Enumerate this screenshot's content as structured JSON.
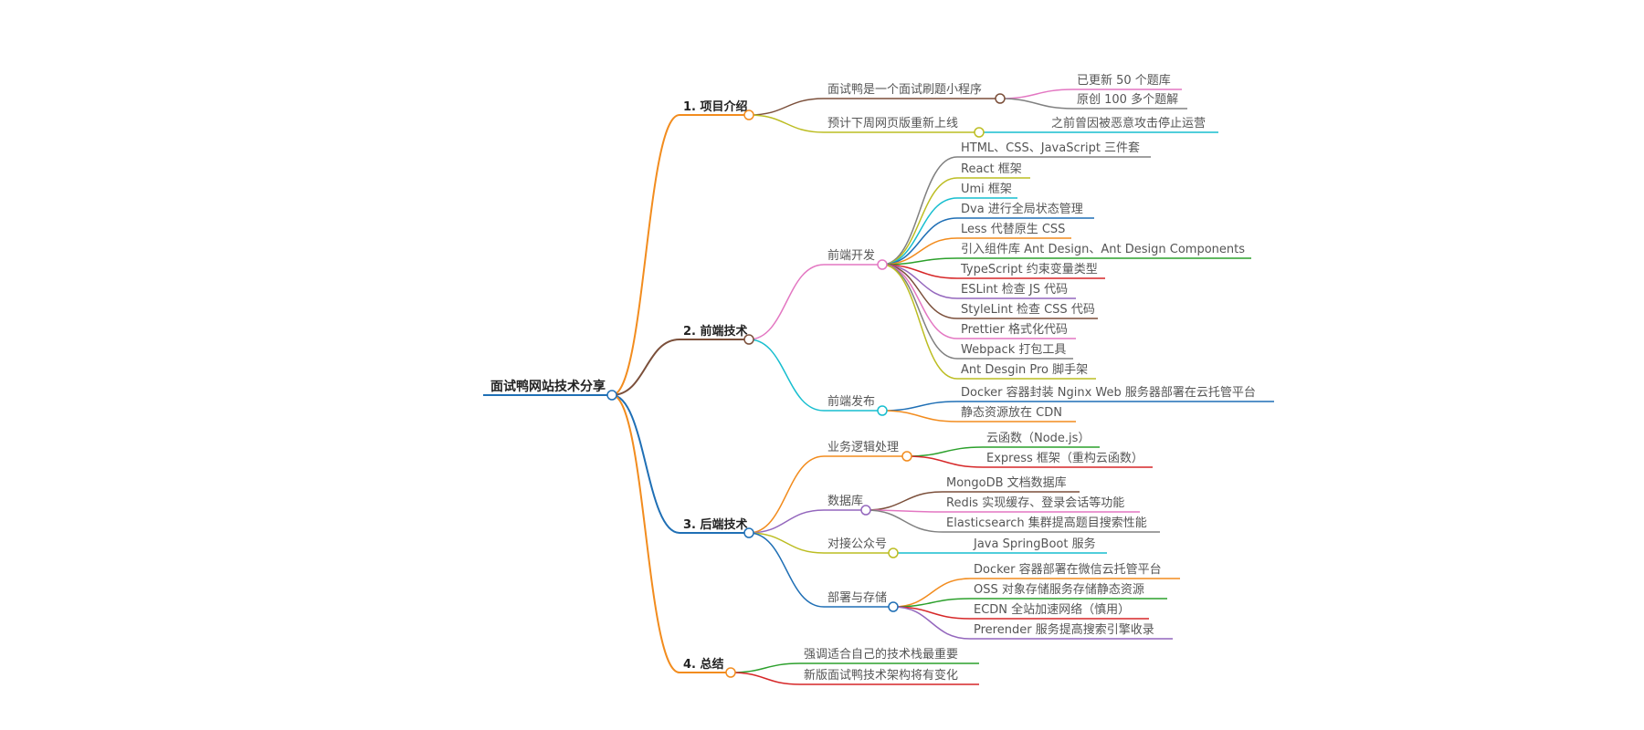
{
  "mindmap": {
    "root": {
      "label": "面试鸭网站技术分享",
      "color": "#1f6fb5"
    },
    "branches": [
      {
        "label": "1. 项目介绍",
        "color": "#f28c1e",
        "children": [
          {
            "label": "面试鸭是一个面试刷题小程序",
            "color": "#7b4f3a",
            "children": [
              {
                "label": "已更新 50 个题库",
                "color": "#e377c2"
              },
              {
                "label": "原创 100 多个题解",
                "color": "#808080"
              }
            ]
          },
          {
            "label": "预计下周网页版重新上线",
            "color": "#bcbd22",
            "children": [
              {
                "label": "之前曾因被恶意攻击停止运营",
                "color": "#17becf"
              }
            ]
          }
        ]
      },
      {
        "label": "2. 前端技术",
        "color": "#7b4f3a",
        "children": [
          {
            "label": "前端开发",
            "color": "#e377c2",
            "children": [
              {
                "label": "HTML、CSS、JavaScript 三件套",
                "color": "#808080"
              },
              {
                "label": "React 框架",
                "color": "#bcbd22"
              },
              {
                "label": "Umi 框架",
                "color": "#17becf"
              },
              {
                "label": "Dva 进行全局状态管理",
                "color": "#1f6fb5"
              },
              {
                "label": "Less 代替原生 CSS",
                "color": "#f28c1e"
              },
              {
                "label": "引入组件库 Ant Design、Ant Design Components",
                "color": "#2ca02c"
              },
              {
                "label": "TypeScript 约束变量类型",
                "color": "#d62728"
              },
              {
                "label": "ESLint 检查 JS 代码",
                "color": "#9467bd"
              },
              {
                "label": "StyleLint 检查 CSS 代码",
                "color": "#7b4f3a"
              },
              {
                "label": "Prettier 格式化代码",
                "color": "#e377c2"
              },
              {
                "label": "Webpack 打包工具",
                "color": "#808080"
              },
              {
                "label": "Ant Desgin Pro 脚手架",
                "color": "#bcbd22"
              }
            ]
          },
          {
            "label": "前端发布",
            "color": "#17becf",
            "children": [
              {
                "label": "Docker 容器封装 Nginx Web 服务器部署在云托管平台",
                "color": "#1f6fb5"
              },
              {
                "label": "静态资源放在 CDN",
                "color": "#f28c1e"
              }
            ]
          }
        ]
      },
      {
        "label": "3. 后端技术",
        "color": "#1f6fb5",
        "children": [
          {
            "label": "业务逻辑处理",
            "color": "#f28c1e",
            "children": [
              {
                "label": "云函数（Node.js）",
                "color": "#2ca02c"
              },
              {
                "label": "Express 框架（重构云函数）",
                "color": "#d62728"
              }
            ]
          },
          {
            "label": "数据库",
            "color": "#9467bd",
            "children": [
              {
                "label": "MongoDB 文档数据库",
                "color": "#7b4f3a"
              },
              {
                "label": "Redis 实现缓存、登录会话等功能",
                "color": "#e377c2"
              },
              {
                "label": "Elasticsearch 集群提高题目搜索性能",
                "color": "#808080"
              }
            ]
          },
          {
            "label": "对接公众号",
            "color": "#bcbd22",
            "children": [
              {
                "label": "Java SpringBoot 服务",
                "color": "#17becf"
              }
            ]
          },
          {
            "label": "部署与存储",
            "color": "#1f6fb5",
            "children": [
              {
                "label": "Docker 容器部署在微信云托管平台",
                "color": "#f28c1e"
              },
              {
                "label": "OSS 对象存储服务存储静态资源",
                "color": "#2ca02c"
              },
              {
                "label": "ECDN 全站加速网络（慎用）",
                "color": "#d62728"
              },
              {
                "label": "Prerender 服务提高搜索引擎收录",
                "color": "#9467bd"
              }
            ]
          }
        ]
      },
      {
        "label": "4. 总结",
        "color": "#f28c1e",
        "children": [
          {
            "label": "强调适合自己的技术栈最重要",
            "color": "#2ca02c"
          },
          {
            "label": "新版面试鸭技术架构将有变化",
            "color": "#d62728"
          }
        ]
      }
    ]
  }
}
